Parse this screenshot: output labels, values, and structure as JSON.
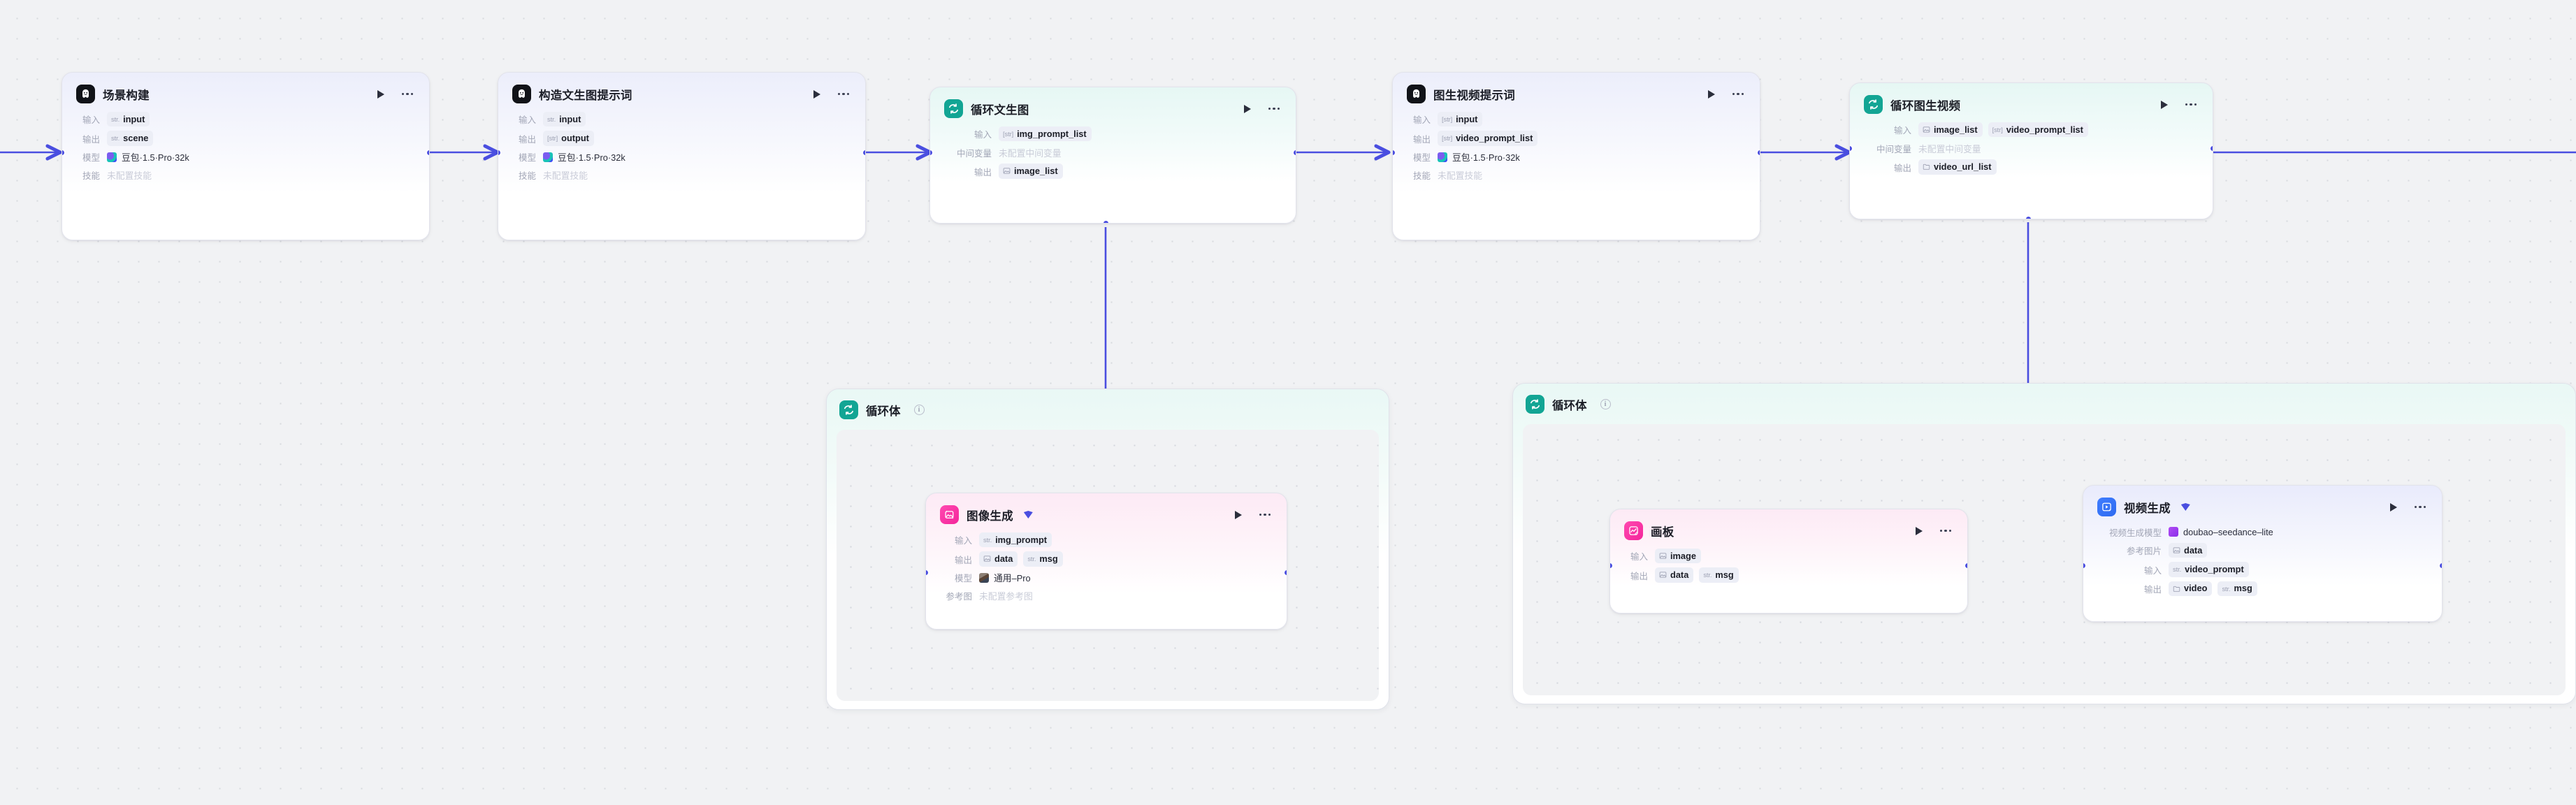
{
  "canvas": {
    "background_color": "#f1f2f4",
    "grid": "dot-grid",
    "accent_color": "#4a4ee0",
    "loop_accent_color": "#12a594"
  },
  "labels": {
    "input": "输入",
    "output": "输出",
    "model": "模型",
    "skill": "技能",
    "mid_var": "中间变量",
    "ref_image": "参考图",
    "ref_picture": "参考图片",
    "video_model": "视频生成模型",
    "no_skill": "未配置技能",
    "no_mid_var": "未配置中间变量",
    "no_ref_image": "未配置参考图"
  },
  "nodes": [
    {
      "id": "scene-build",
      "title": "场景构建",
      "icon": "bot-icon",
      "tint": "violet",
      "rows": [
        {
          "label": "输入",
          "chips": [
            {
              "type": "str.",
              "name": "input"
            }
          ]
        },
        {
          "label": "输出",
          "chips": [
            {
              "type": "str.",
              "name": "scene"
            }
          ]
        },
        {
          "label": "模型",
          "model": "豆包·1.5·Pro·32k",
          "model_icon": "doubao-icon"
        },
        {
          "label": "技能",
          "plain": "未配置技能"
        }
      ]
    },
    {
      "id": "build-t2i-prompt",
      "title": "构造文生图提示词",
      "icon": "bot-icon",
      "tint": "violet",
      "rows": [
        {
          "label": "输入",
          "chips": [
            {
              "type": "str.",
              "name": "input"
            }
          ]
        },
        {
          "label": "输出",
          "chips": [
            {
              "type": "[str]",
              "name": "output"
            }
          ]
        },
        {
          "label": "模型",
          "model": "豆包·1.5·Pro·32k",
          "model_icon": "doubao-icon"
        },
        {
          "label": "技能",
          "plain": "未配置技能"
        }
      ]
    },
    {
      "id": "loop-t2i",
      "title": "循环文生图",
      "icon": "loop-icon",
      "tint": "teal",
      "rows": [
        {
          "label": "输入",
          "chips": [
            {
              "type": "[str]",
              "name": "img_prompt_list"
            }
          ]
        },
        {
          "label": "中间变量",
          "plain": "未配置中间变量"
        },
        {
          "label": "输出",
          "chips": [
            {
              "type": "image-type-icon",
              "name": "image_list"
            }
          ]
        }
      ]
    },
    {
      "id": "build-i2v-prompt",
      "title": "图生视频提示词",
      "icon": "bot-icon",
      "tint": "violet",
      "rows": [
        {
          "label": "输入",
          "chips": [
            {
              "type": "[str]",
              "name": "input"
            }
          ]
        },
        {
          "label": "输出",
          "chips": [
            {
              "type": "[str]",
              "name": "video_prompt_list"
            }
          ]
        },
        {
          "label": "模型",
          "model": "豆包·1.5·Pro·32k",
          "model_icon": "doubao-icon"
        },
        {
          "label": "技能",
          "plain": "未配置技能"
        }
      ]
    },
    {
      "id": "loop-i2v",
      "title": "循环图生视频",
      "icon": "loop-icon",
      "tint": "teal",
      "rows": [
        {
          "label": "输入",
          "chips": [
            {
              "type": "image-type-icon",
              "name": "image_list"
            },
            {
              "type": "[str]",
              "name": "video_prompt_list"
            }
          ]
        },
        {
          "label": "中间变量",
          "plain": "未配置中间变量"
        },
        {
          "label": "输出",
          "chips": [
            {
              "type": "folder-type-icon",
              "name": "video_url_list"
            }
          ]
        }
      ]
    }
  ],
  "loop_bodies": [
    {
      "id": "loop-body-left",
      "title": "循环体",
      "icon": "loop-icon",
      "info": "i"
    },
    {
      "id": "loop-body-right",
      "title": "循环体",
      "icon": "loop-icon",
      "info": "i"
    }
  ],
  "inner_nodes": [
    {
      "id": "image-gen",
      "title": "图像生成",
      "icon": "image-gen-icon",
      "badge": "diamond-badge",
      "tint": "pink",
      "rows": [
        {
          "label": "输入",
          "chips": [
            {
              "type": "str.",
              "name": "img_prompt"
            }
          ]
        },
        {
          "label": "输出",
          "chips": [
            {
              "type": "image-type-icon",
              "name": "data"
            },
            {
              "type": "str.",
              "name": "msg"
            }
          ]
        },
        {
          "label": "模型",
          "model": "通用–Pro",
          "model_icon": "photo-thumb-icon"
        },
        {
          "label": "参考图",
          "plain": "未配置参考图"
        }
      ]
    },
    {
      "id": "canvas-board",
      "title": "画板",
      "icon": "board-icon",
      "tint": "pink",
      "rows": [
        {
          "label": "输入",
          "chips": [
            {
              "type": "image-type-icon",
              "name": "image"
            }
          ]
        },
        {
          "label": "输出",
          "chips": [
            {
              "type": "image-type-icon",
              "name": "data"
            },
            {
              "type": "str.",
              "name": "msg"
            }
          ]
        }
      ]
    },
    {
      "id": "video-gen",
      "title": "视频生成",
      "icon": "video-gen-icon",
      "badge": "diamond-badge",
      "tint": "blue",
      "rows": [
        {
          "label": "视频生成模型",
          "model": "doubao–seedance–lite",
          "model_icon": "seedance-icon"
        },
        {
          "label": "参考图片",
          "chips": [
            {
              "type": "image-type-icon",
              "name": "data"
            }
          ]
        },
        {
          "label": "输入",
          "chips": [
            {
              "type": "str.",
              "name": "video_prompt"
            }
          ]
        },
        {
          "label": "输出",
          "chips": [
            {
              "type": "folder-type-icon",
              "name": "video"
            },
            {
              "type": "str.",
              "name": "msg"
            }
          ]
        }
      ]
    }
  ]
}
